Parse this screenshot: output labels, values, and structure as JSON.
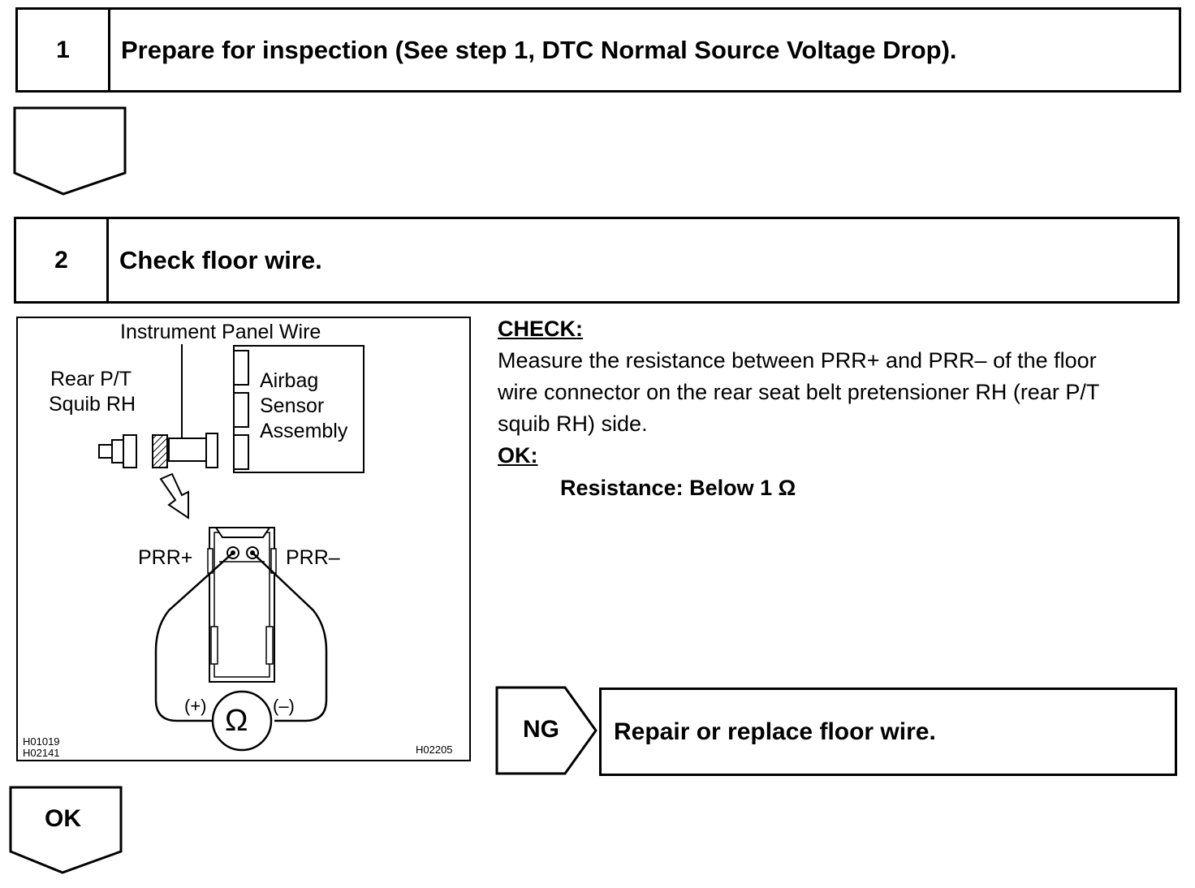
{
  "steps": [
    {
      "number": "1",
      "title": "Prepare for inspection (See step 1, DTC Normal Source Voltage Drop)."
    },
    {
      "number": "2",
      "title": "Check floor wire."
    }
  ],
  "diagram": {
    "instrument_panel_wire": "Instrument Panel Wire",
    "rear_pt_line1": "Rear P/T",
    "rear_pt_line2": "Squib RH",
    "airbag_line1": "Airbag",
    "airbag_line2": "Sensor",
    "airbag_line3": "Assembly",
    "prr_plus": "PRR+",
    "prr_minus": "PRR–",
    "meter_plus": "(+)",
    "meter_minus": "(–)",
    "ohm_symbol": "Ω",
    "code_1": "H01019",
    "code_2": "H02141",
    "code_3": "H02205"
  },
  "check": {
    "heading": "CHECK:",
    "line1": "Measure the resistance between PRR+ and PRR– of the floor",
    "line2": "wire connector on the rear seat belt pretensioner RH (rear P/T",
    "line3": "squib RH) side.",
    "ok_heading": "OK:",
    "ok_value": "Resistance: Below 1 Ω"
  },
  "ng_branch": {
    "label": "NG",
    "action": "Repair or replace floor wire."
  },
  "ok_branch": {
    "label": "OK"
  }
}
